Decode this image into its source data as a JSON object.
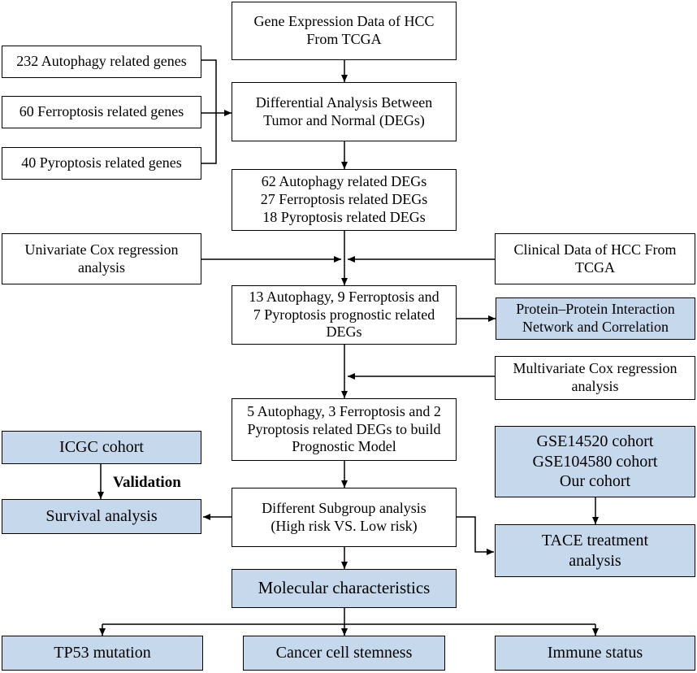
{
  "boxes": {
    "gene_expression": {
      "lines": [
        "Gene Expression Data of HCC",
        "From TCGA"
      ]
    },
    "autophagy_genes": {
      "lines": [
        "232 Autophagy related genes"
      ]
    },
    "ferroptosis_genes": {
      "lines": [
        "60 Ferroptosis related genes"
      ]
    },
    "pyroptosis_genes": {
      "lines": [
        "40 Pyroptosis related genes"
      ]
    },
    "differential_analysis": {
      "lines": [
        "Differential Analysis Between",
        "Tumor and  Normal (DEGs)"
      ]
    },
    "degs": {
      "lines": [
        "62 Autophagy related DEGs",
        "27 Ferroptosis related DEGs",
        "18 Pyroptosis related DEGs"
      ]
    },
    "univariate_cox": {
      "lines": [
        "Univariate Cox regression",
        "analysis"
      ]
    },
    "clinical_data": {
      "lines": [
        "Clinical Data of HCC From",
        "TCGA"
      ]
    },
    "prognostic_degs": {
      "lines": [
        "13 Autophagy,  9 Ferroptosis and",
        "7 Pyroptosis prognostic  related",
        "DEGs"
      ]
    },
    "ppi_network": {
      "lines": [
        "Protein–Protein Interaction",
        "Network and Correlation"
      ]
    },
    "multivariate_cox": {
      "lines": [
        "Multivariate Cox regression",
        "analysis"
      ]
    },
    "prognostic_model": {
      "lines": [
        "5 Autophagy,  3 Ferroptosis and 2",
        "Pyroptosis related DEGs to build",
        "Prognostic Model"
      ]
    },
    "icgc_cohort": {
      "lines": [
        "ICGC cohort"
      ]
    },
    "gse_cohorts": {
      "lines": [
        "GSE14520 cohort",
        "GSE104580 cohort",
        "Our cohort"
      ]
    },
    "survival_analysis": {
      "lines": [
        "Survival analysis"
      ]
    },
    "subgroup_analysis": {
      "lines": [
        "Different Subgroup analysis",
        "(High risk VS. Low risk)"
      ]
    },
    "tace_analysis": {
      "lines": [
        "TACE treatment",
        "analysis"
      ]
    },
    "molecular_characteristics": {
      "lines": [
        "Molecular characteristics"
      ]
    },
    "tp53_mutation": {
      "lines": [
        "TP53 mutation"
      ]
    },
    "cancer_stemness": {
      "lines": [
        "Cancer cell stemness"
      ]
    },
    "immune_status": {
      "lines": [
        "Immune status"
      ]
    }
  },
  "labels": {
    "validation": "Validation"
  },
  "colors": {
    "fill": "#c5d8ec",
    "border": "#000000",
    "background": "#ffffff"
  }
}
